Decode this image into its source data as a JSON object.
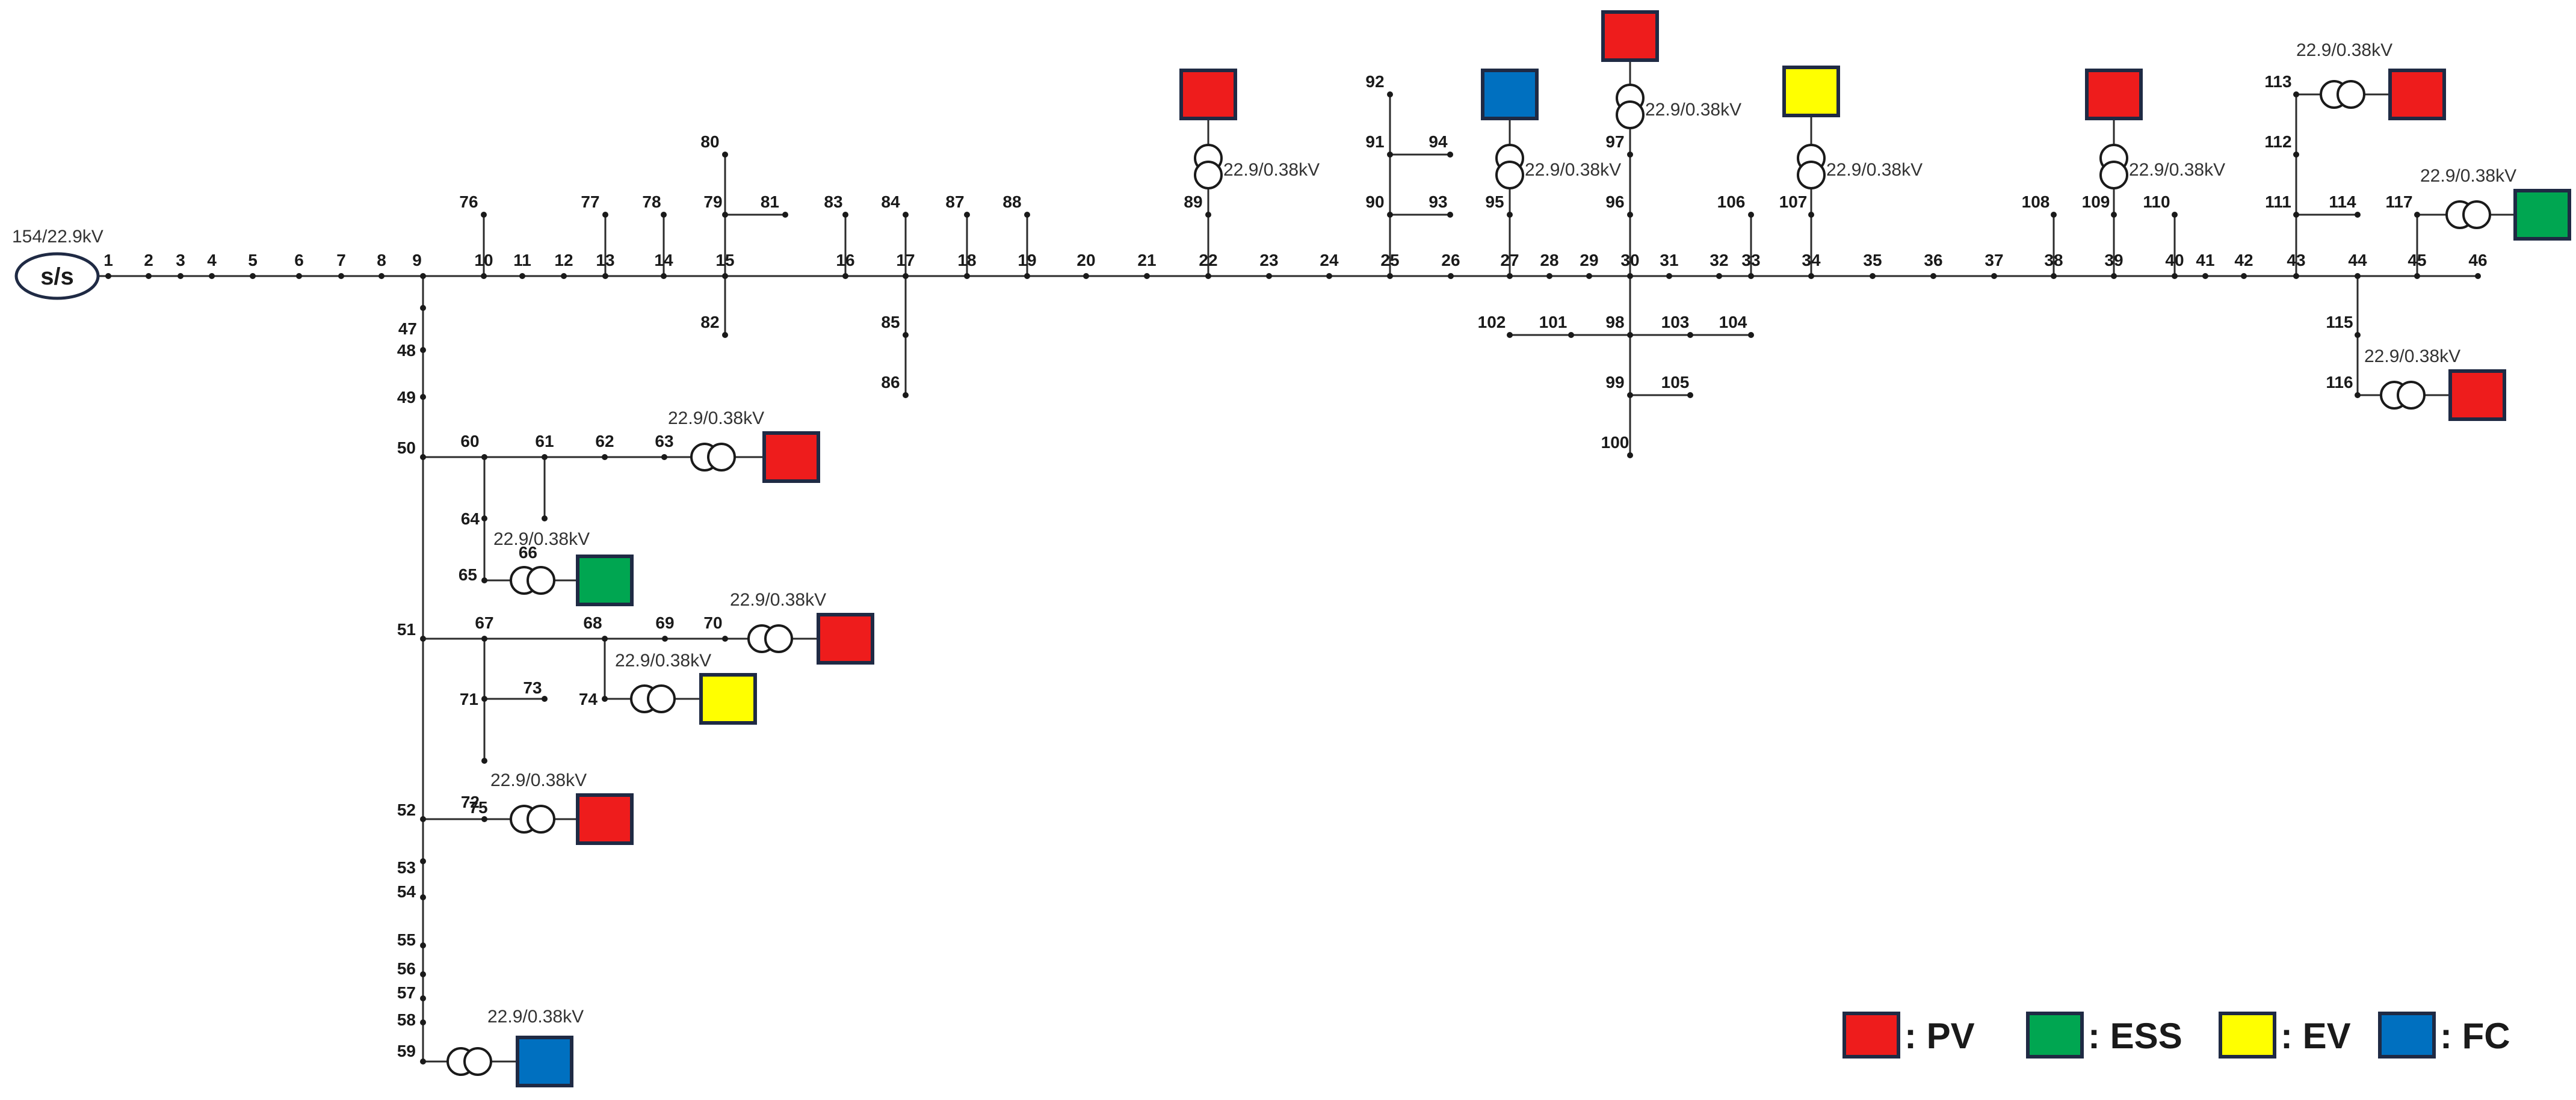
{
  "substation": {
    "label": "s/s",
    "voltage": "154/22.9kV"
  },
  "transformer_label": "22.9/0.38kV",
  "colors": {
    "PV": "#ee1c1c",
    "ESS": "#00a651",
    "EV": "#ffff00",
    "FC": "#0070c0"
  },
  "legend": [
    {
      "type": "PV",
      "label": ": PV"
    },
    {
      "type": "ESS",
      "label": ": ESS"
    },
    {
      "type": "EV",
      "label": ": EV"
    },
    {
      "type": "FC",
      "label": ": FC"
    }
  ],
  "buses": [
    "1",
    "2",
    "3",
    "4",
    "5",
    "6",
    "7",
    "8",
    "9",
    "10",
    "11",
    "12",
    "13",
    "14",
    "15",
    "16",
    "17",
    "18",
    "19",
    "20",
    "21",
    "22",
    "23",
    "24",
    "25",
    "26",
    "27",
    "28",
    "29",
    "30",
    "31",
    "32",
    "33",
    "34",
    "35",
    "36",
    "37",
    "38",
    "39",
    "40",
    "41",
    "42",
    "43",
    "44",
    "45",
    "46",
    "47",
    "48",
    "49",
    "50",
    "51",
    "52",
    "53",
    "54",
    "55",
    "56",
    "57",
    "58",
    "59",
    "60",
    "61",
    "62",
    "63",
    "64",
    "65",
    "66",
    "67",
    "68",
    "69",
    "70",
    "71",
    "72",
    "73",
    "74",
    "75",
    "76",
    "77",
    "78",
    "79",
    "80",
    "81",
    "82",
    "83",
    "84",
    "85",
    "86",
    "87",
    "88",
    "89",
    "90",
    "91",
    "92",
    "93",
    "94",
    "95",
    "96",
    "97",
    "98",
    "99",
    "100",
    "101",
    "102",
    "103",
    "104",
    "105",
    "106",
    "107",
    "108",
    "109",
    "110",
    "111",
    "112",
    "113",
    "114",
    "115",
    "116",
    "117"
  ],
  "generators": [
    {
      "bus": "59",
      "type": "FC"
    },
    {
      "bus": "63",
      "type": "PV"
    },
    {
      "bus": "65",
      "type": "ESS"
    },
    {
      "bus": "70",
      "type": "PV"
    },
    {
      "bus": "74",
      "type": "EV"
    },
    {
      "bus": "75",
      "type": "PV"
    },
    {
      "bus": "89",
      "type": "PV"
    },
    {
      "bus": "95",
      "type": "FC"
    },
    {
      "bus": "97",
      "type": "PV"
    },
    {
      "bus": "107",
      "type": "EV"
    },
    {
      "bus": "109",
      "type": "PV"
    },
    {
      "bus": "113",
      "type": "PV"
    },
    {
      "bus": "116",
      "type": "PV"
    },
    {
      "bus": "117",
      "type": "ESS"
    }
  ]
}
